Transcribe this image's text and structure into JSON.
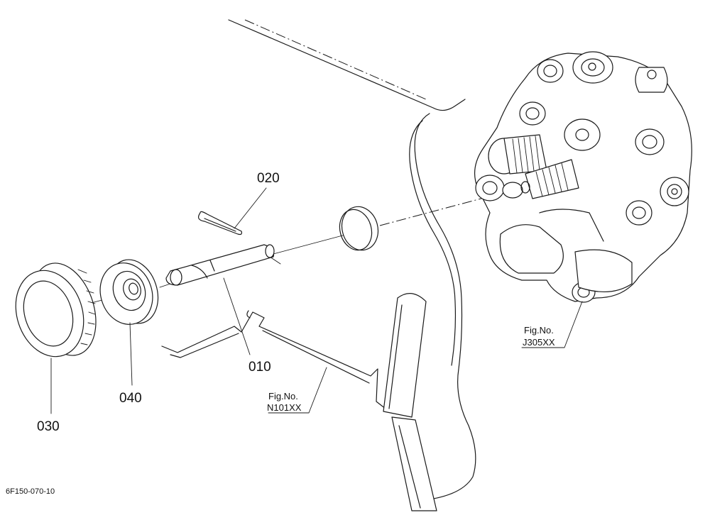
{
  "parts": [
    {
      "id": "p010",
      "number": "010"
    },
    {
      "id": "p020",
      "number": "020"
    },
    {
      "id": "p030",
      "number": "030"
    },
    {
      "id": "p040",
      "number": "040"
    }
  ],
  "figure_refs": [
    {
      "id": "fig-n101",
      "line1": "Fig.No.",
      "line2": "N101XX"
    },
    {
      "id": "fig-j305",
      "line1": "Fig.No.",
      "line2": "J305XX"
    }
  ],
  "diagram_code": "6F150-070-10"
}
